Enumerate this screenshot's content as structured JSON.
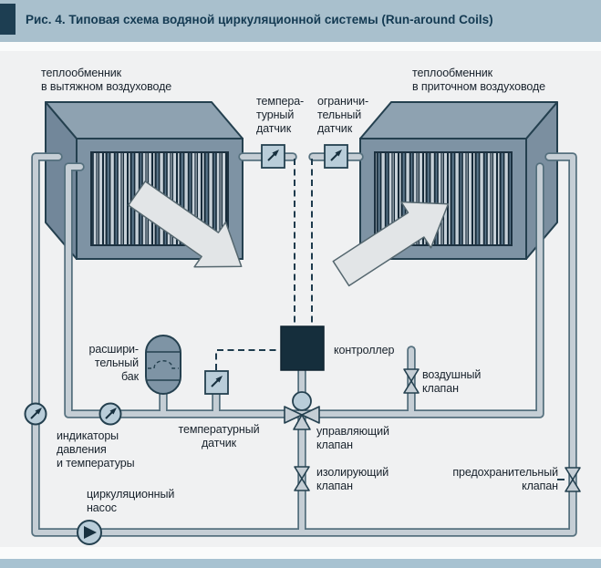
{
  "title": "Рис. 4. Типовая схема водяной циркуляционной системы (Run-around Coils)",
  "labels": {
    "hx_left": "теплообменник\nв вытяжном воздуховоде",
    "hx_right": "теплообменник\nв приточном воздуховоде",
    "sensor_temp_top": "темпера-\nтурный\nдатчик",
    "sensor_limit": "ограничи-\nтельный\nдатчик",
    "controller": "контроллер",
    "air_valve": "воздушный\nклапан",
    "expansion_tank": "расшири-\nтельный\nбак",
    "sensor_temp_mid": "температурный\nдатчик",
    "control_valve": "управляющий\nклапан",
    "isolating_valve": "изолирующий\nклапан",
    "safety_valve": "предохранительный\nклапан",
    "indicators": "индикаторы\nдавления\nи температуры",
    "pump": "циркуляционный\nнасос"
  },
  "icons": {
    "pressure-gauge-icon": "circle-with-ne-arrow",
    "sensor-icon": "square-with-ne-arrow",
    "circulation-pump-icon": "circle-with-right-triangle",
    "valve-icon": "bowtie-triangles",
    "three-way-valve-icon": "bowtie-with-bottom-triangle-and-round-actuator",
    "controller-box": "dark-navy-square",
    "expansion-tank-icon": "stadium-vessel-with-dashed-diaphragm",
    "heat-exchanger-icon": "isometric-box-with-striped-coil-and-airflow-arrow"
  },
  "colors": {
    "banner": "#a9c0cd",
    "banner_accent": "#1d3e52",
    "title_text": "#143a52",
    "canvas": "#f0f1f2",
    "pipe_fill": "#c5ced5",
    "pipe_stroke": "#55707e",
    "dark_navy": "#17303f",
    "component_fill": "#b9cdd9",
    "hx_front": "#7e93a4",
    "hx_top": "#8ea2b1",
    "coil_dark": "#152a39",
    "arrow_fill": "#e2e5e7",
    "label_text": "#18222c"
  }
}
